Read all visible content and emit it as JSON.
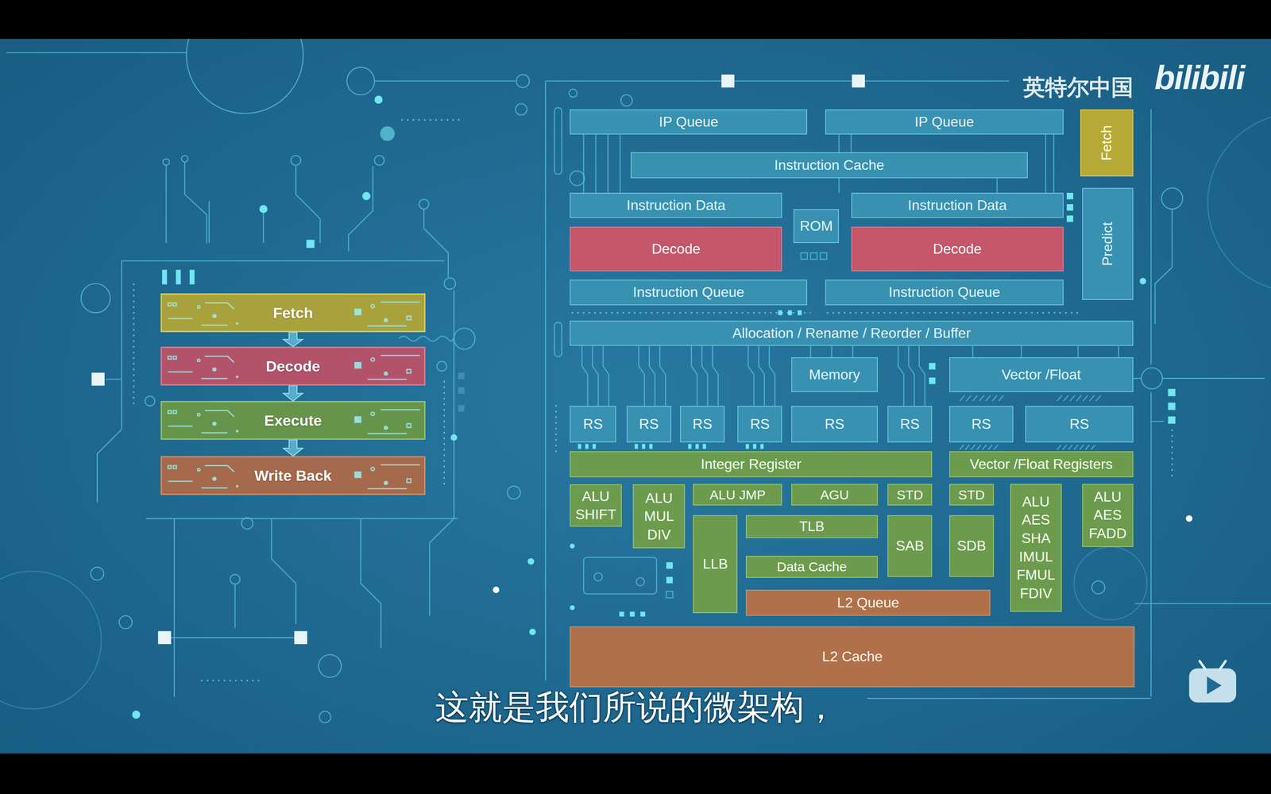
{
  "diagram": {
    "nodes": [
      {
        "text": [
          "Fetch"
        ]
      },
      {
        "text": [
          "Decode"
        ]
      },
      {
        "text": [
          "Execute"
        ]
      },
      {
        "text": [
          "Write Back"
        ]
      },
      {
        "text": [
          "IP Queue"
        ]
      },
      {
        "text": [
          "IP Queue"
        ]
      },
      {
        "text": [
          "Fetch"
        ]
      },
      {
        "text": [
          "Instruction Cache"
        ]
      },
      {
        "text": [
          "Instruction Data"
        ]
      },
      {
        "text": [
          "ROM"
        ]
      },
      {
        "text": [
          "Instruction Data"
        ]
      },
      {
        "text": [
          "Predict"
        ]
      },
      {
        "text": [
          "Decode"
        ]
      },
      {
        "text": [
          "Decode"
        ]
      },
      {
        "text": [
          "Instruction Queue"
        ]
      },
      {
        "text": [
          "Instruction Queue"
        ]
      },
      {
        "text": [
          "Allocation / Rename / Reorder / Buffer"
        ]
      },
      {
        "text": [
          "Memory"
        ]
      },
      {
        "text": [
          "Vector /Float"
        ]
      },
      {
        "text": [
          "RS"
        ]
      },
      {
        "text": [
          "RS"
        ]
      },
      {
        "text": [
          "RS"
        ]
      },
      {
        "text": [
          "RS"
        ]
      },
      {
        "text": [
          "RS"
        ]
      },
      {
        "text": [
          "RS"
        ]
      },
      {
        "text": [
          "RS"
        ]
      },
      {
        "text": [
          "RS"
        ]
      },
      {
        "text": [
          "Integer Register"
        ]
      },
      {
        "text": [
          "Vector /Float Registers"
        ]
      },
      {
        "text": [
          "ALU SHIFT"
        ]
      },
      {
        "text": [
          "ALU MUL DIV"
        ]
      },
      {
        "text": [
          "ALU JMP"
        ]
      },
      {
        "text": [
          "AGU"
        ]
      },
      {
        "text": [
          "STD"
        ]
      },
      {
        "text": [
          "STD"
        ]
      },
      {
        "text": [
          "ALU AES SHA IMUL FMUL FDIV"
        ]
      },
      {
        "text": [
          "ALU AES FADD"
        ]
      },
      {
        "text": [
          "LLB"
        ]
      },
      {
        "text": [
          "TLB"
        ]
      },
      {
        "text": [
          "SAB"
        ]
      },
      {
        "text": [
          "SDB"
        ]
      },
      {
        "text": [
          "Data Cache"
        ]
      },
      {
        "text": [
          "L2 Queue"
        ]
      },
      {
        "text": [
          "L2 Cache"
        ]
      }
    ],
    "edges": [
      {
        "from": 0,
        "to": 1,
        "arrow": "to"
      },
      {
        "from": 1,
        "to": 2,
        "arrow": "to"
      },
      {
        "from": 2,
        "to": 3,
        "arrow": "to"
      }
    ],
    "labels": [
      "英特尔中国",
      "bilibili",
      "这就是我们所说的微架构，"
    ]
  }
}
